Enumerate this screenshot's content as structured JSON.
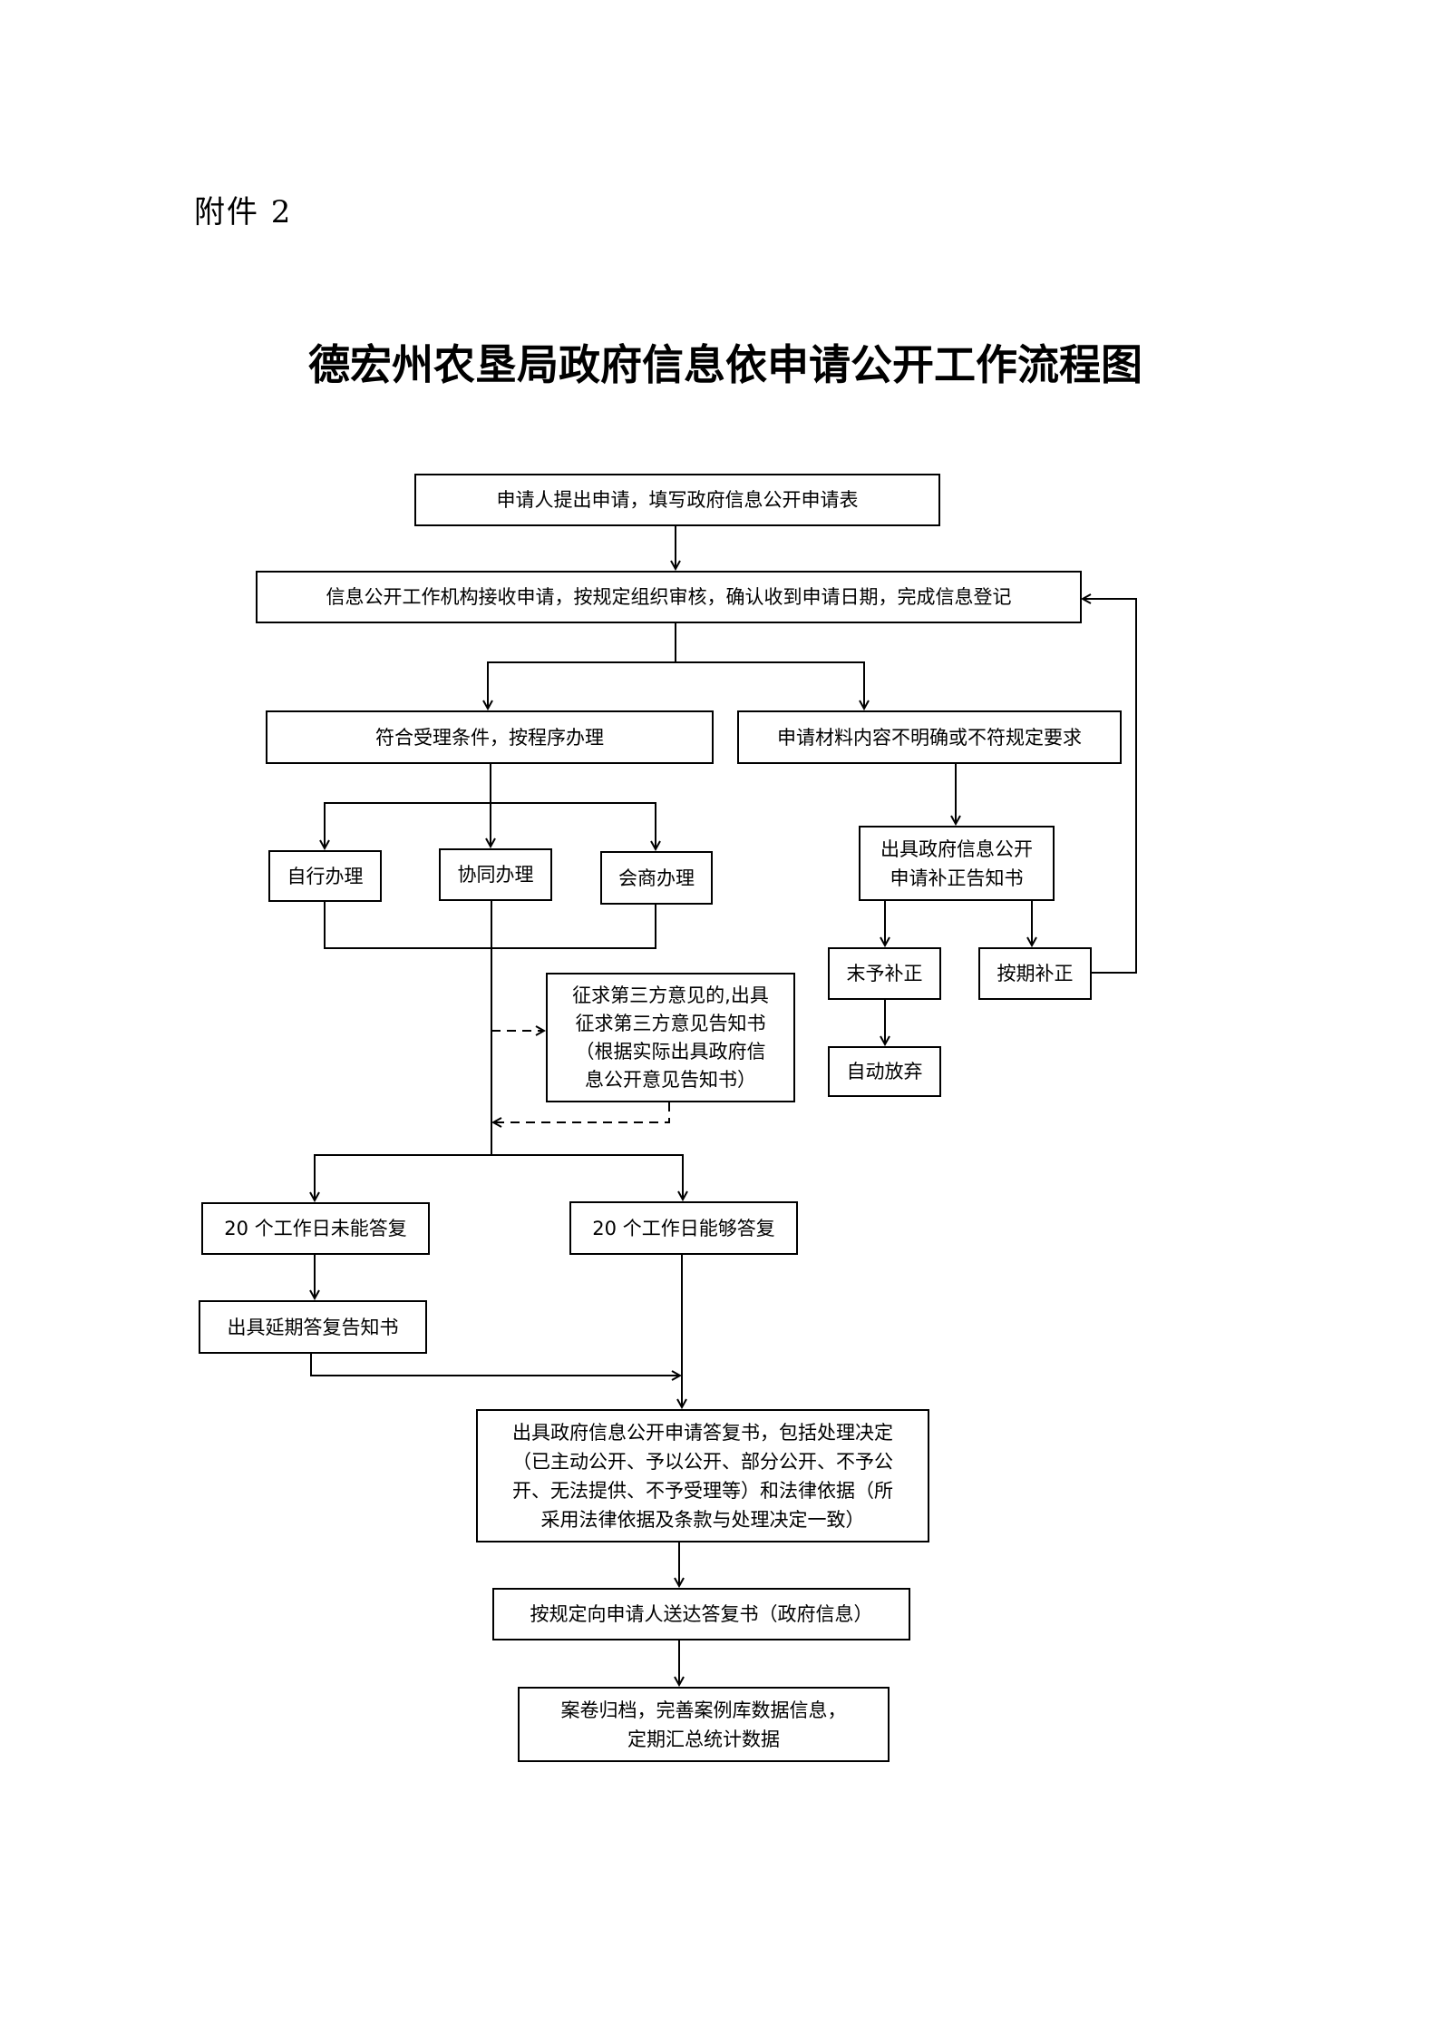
{
  "attachment_label": "附件 2",
  "title": "德宏州农垦局政府信息依申请公开工作流程图",
  "nodes": {
    "apply": "申请人提出申请，填写政府信息公开申请表",
    "receive": "信息公开工作机构接收申请，按规定组织审核，确认收到申请日期，完成信息登记",
    "accept": "符合受理条件，按程序办理",
    "unclear": "申请材料内容不明确或不符规定要求",
    "self": "自行办理",
    "coop": "协同办理",
    "consult": "会商办理",
    "correction_notice": "出具政府信息公开\n申请补正告知书",
    "no_correction": "末予补正",
    "on_time_correction": "按期补正",
    "auto_abandon": "自动放弃",
    "third_party": "征求第三方意见的,出具\n征求第三方意见告知书\n（根据实际出具政府信\n息公开意见告知书）",
    "not_in_20": "20 个工作日未能答复",
    "in_20": "20 个工作日能够答复",
    "extension": "出具延期答复告知书",
    "reply": "出具政府信息公开申请答复书，包括处理决定\n（已主动公开、予以公开、部分公开、不予公\n开、无法提供、不予受理等）和法律依据（所\n采用法律依据及条款与处理决定一致）",
    "deliver": "按规定向申请人送达答复书（政府信息）",
    "archive": "案卷归档，完善案例库数据信息，\n定期汇总统计数据"
  },
  "colors": {
    "line": "#000000",
    "background": "#ffffff"
  }
}
